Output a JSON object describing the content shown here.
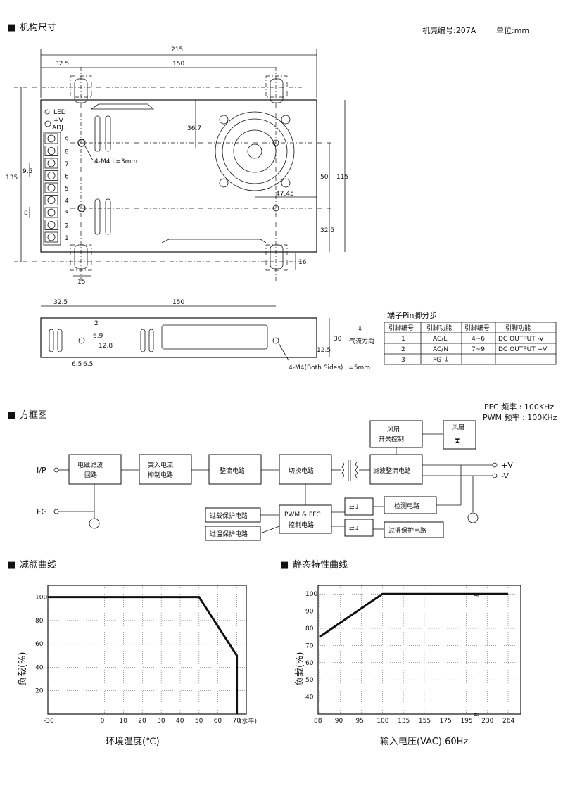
{
  "header": {
    "marker": "■",
    "title": "机构尺寸",
    "case_no": "机壳编号:207A",
    "unit": "单位:mm"
  },
  "mech": {
    "dims": {
      "d215": "215",
      "d32_5": "32.5",
      "d150": "150",
      "d135": "135",
      "d9_5": "9.5",
      "d8": "8",
      "d15": "15",
      "d36_7": "36.7",
      "d47_45": "47.45",
      "d50": "50",
      "d115": "115",
      "d32_5r": "32.5",
      "d16": "16"
    },
    "labels": {
      "led": "LED",
      "vplus": "+V",
      "adj": "ADJ.",
      "screw_top": "4-M4 L=3mm"
    },
    "terminals": [
      "9",
      "8",
      "7",
      "6",
      "5",
      "4",
      "3",
      "2",
      "1"
    ],
    "side": {
      "d32_5": "32.5",
      "d150": "150",
      "d2": "2",
      "d6_9": "6.9",
      "d12_8": "12.8",
      "d6_5a": "6.5",
      "d6_5b": "6.5",
      "d12_5": "12.5",
      "d30": "30",
      "screw_side": "4-M4(Both Sides) L=5mm",
      "airflow": "气流方向"
    }
  },
  "pins": {
    "title": "端子Pin脚分步",
    "headers": [
      "引脚编号",
      "引脚功能",
      "引脚编号",
      "引脚功能"
    ],
    "rows": [
      [
        "1",
        "AC/L",
        "4~6",
        "DC OUTPUT -V"
      ],
      [
        "2",
        "AC/N",
        "7~9",
        "DC OUTPUT +V"
      ],
      [
        "3",
        "FG ⏚",
        "",
        ""
      ]
    ]
  },
  "block": {
    "title": "方框图",
    "pfc": "PFC 频率 : 100KHz",
    "pwm": "PWM 频率 : 100KHz",
    "ip": "I/P",
    "fg": "FG",
    "emi": [
      "电磁滤波",
      "回路"
    ],
    "inrush": [
      "突入电流",
      "抑制电路"
    ],
    "rect": "整流电路",
    "switch": "切换电路",
    "filter": "滤波整流电路",
    "fanctl": [
      "风扇",
      "开关控制"
    ],
    "fan": "风扇",
    "olp": "过载保护电路",
    "otp1": "过温保护电路",
    "pwmctl": [
      "PWM & PFC",
      "控制电路"
    ],
    "detect": "检测电路",
    "otp2": "过温保护电路",
    "vplus": "+V",
    "vminus": "-V"
  },
  "derating": {
    "title": "减额曲线",
    "xlabel": "环境温度(℃)",
    "ylabel": "负载(%)",
    "xunit": "(水平)"
  },
  "static": {
    "title": "静态特性曲线",
    "xlabel": "输入电压(VAC) 60Hz",
    "ylabel": "负载(%)"
  },
  "chart_data": [
    {
      "type": "line",
      "title": "减额曲线",
      "xlabel": "环境温度(℃)",
      "ylabel": "负载(%)",
      "x_ticks": [
        "-30",
        "0",
        "10",
        "20",
        "30",
        "40",
        "50",
        "60",
        "70"
      ],
      "y_ticks": [
        "20",
        "40",
        "60",
        "80",
        "100"
      ],
      "xlim": [
        -30,
        75
      ],
      "ylim": [
        0,
        110
      ],
      "series": [
        {
          "x": [
            -30,
            50,
            70,
            70
          ],
          "y": [
            100,
            100,
            50,
            0
          ]
        }
      ]
    },
    {
      "type": "line",
      "title": "静态特性曲线",
      "xlabel": "输入电压(VAC) 60Hz",
      "ylabel": "负载(%)",
      "x_ticks": [
        "88",
        "90",
        "95",
        "100",
        "135",
        "155",
        "175",
        "195",
        "230",
        "264"
      ],
      "y_ticks": [
        "40",
        "50",
        "60",
        "70",
        "80",
        "90",
        "100"
      ],
      "ylim": [
        30,
        105
      ],
      "series": [
        {
          "x": [
            "88",
            "100",
            "264"
          ],
          "y": [
            75,
            100,
            100
          ]
        }
      ]
    }
  ]
}
